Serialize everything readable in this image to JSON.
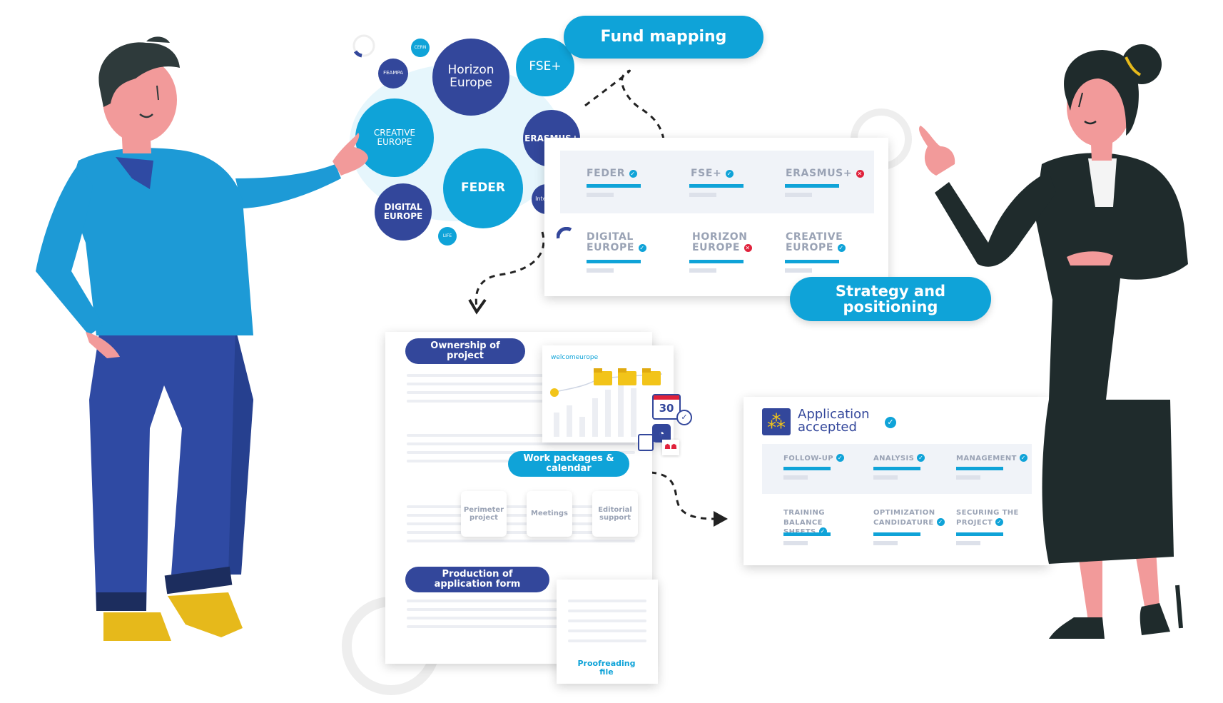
{
  "fund_mapping": {
    "label": "Fund mapping",
    "bubbles": [
      {
        "id": "horizon",
        "text": "Horizon Europe"
      },
      {
        "id": "fse",
        "text": "FSE+"
      },
      {
        "id": "erasmus",
        "text": "ERASMUS+"
      },
      {
        "id": "creative",
        "text": "CREATIVE EUROPE"
      },
      {
        "id": "feder",
        "text": "FEDER"
      },
      {
        "id": "digital",
        "text": "DIGITAL EUROPE"
      },
      {
        "id": "feampa",
        "text": "FEAMPA"
      },
      {
        "id": "cern",
        "text": "CERN"
      },
      {
        "id": "interreg",
        "text": "Interreg"
      },
      {
        "id": "life",
        "text": "LIFE"
      }
    ]
  },
  "funds_card": {
    "row1": [
      {
        "label": "FEDER",
        "status": "ok"
      },
      {
        "label": "FSE+",
        "status": "ok"
      },
      {
        "label": "ERASMUS+",
        "status": "no"
      }
    ],
    "row2": [
      {
        "label": "DIGITAL EUROPE",
        "status": "ok"
      },
      {
        "label": "HORIZON EUROPE",
        "status": "no"
      },
      {
        "label": "CREATIVE EUROPE",
        "status": "ok"
      }
    ]
  },
  "strategy": {
    "label": "Strategy and positioning"
  },
  "document": {
    "ownership": "Ownership of project",
    "work_packages": "Work packages & calendar",
    "production": "Production of application form",
    "proofreading": "Proofreading file",
    "tiles": [
      "Perimeter project",
      "Meetings",
      "Editorial support"
    ],
    "brand": "welcomeurope",
    "calendar_day": "30"
  },
  "application": {
    "title": "Application accepted",
    "row1": [
      "FOLLOW-UP",
      "ANALYSIS",
      "MANAGEMENT"
    ],
    "row2": [
      "TRAINING BALANCE SHEETS",
      "OPTIMIZATION CANDIDATURE",
      "SECURING THE PROJECT"
    ]
  },
  "colors": {
    "navy": "#33479b",
    "cyan": "#0fa3d8",
    "accent_red": "#e0213b"
  }
}
